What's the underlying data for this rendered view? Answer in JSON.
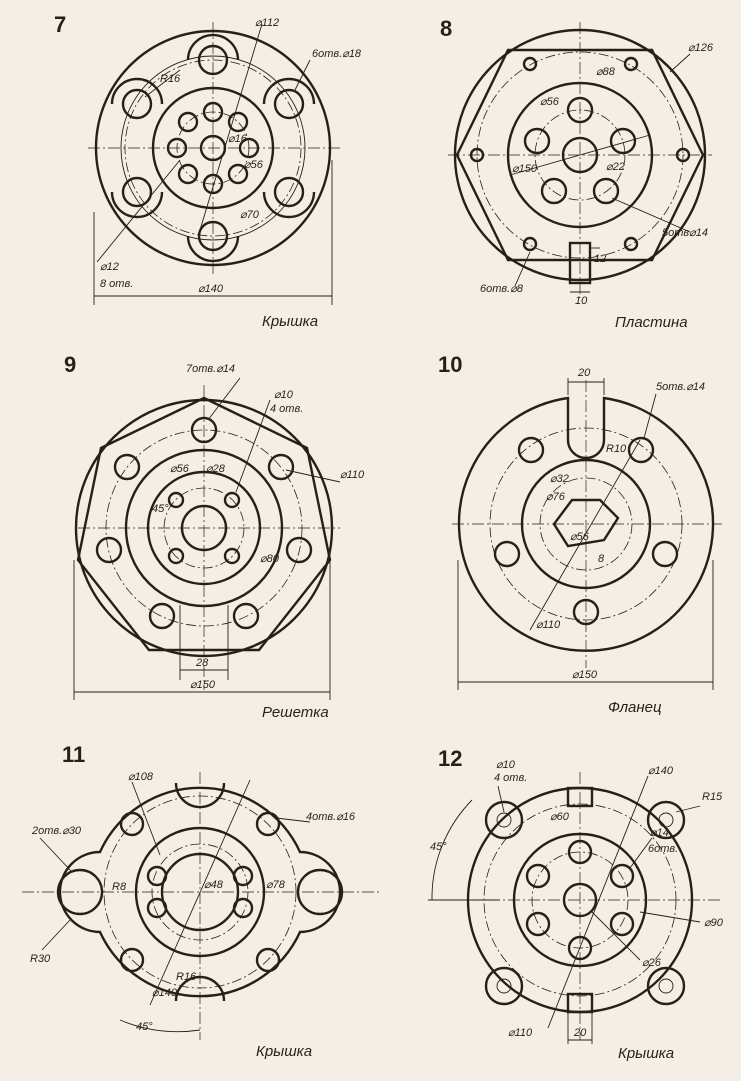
{
  "drawings": [
    {
      "number": "7",
      "caption": "Крышка",
      "labels": [
        "⌀112",
        "6отв.⌀18",
        "R16",
        "⌀16",
        "⌀56",
        "⌀70",
        "⌀12",
        "8 отв.",
        "⌀140"
      ]
    },
    {
      "number": "8",
      "caption": "Пластина",
      "labels": [
        "⌀126",
        "⌀88",
        "⌀56",
        "⌀150",
        "⌀22",
        "5отв⌀14",
        "6отв.⌀8",
        "12",
        "10"
      ]
    },
    {
      "number": "9",
      "caption": "Решетка",
      "labels": [
        "7отв.⌀14",
        "⌀10",
        "4 отв.",
        "⌀56",
        "⌀28",
        "45°",
        "⌀110",
        "⌀80",
        "28",
        "⌀150"
      ]
    },
    {
      "number": "10",
      "caption": "Фланец",
      "labels": [
        "20",
        "5отв.⌀14",
        "R10",
        "⌀32",
        "⌀76",
        "⌀56",
        "8",
        "⌀110",
        "⌀150"
      ]
    },
    {
      "number": "11",
      "caption": "Крышка",
      "labels": [
        "⌀108",
        "4отв.⌀16",
        "2отв.⌀30",
        "R8",
        "⌀48",
        "⌀78",
        "R30",
        "⌀140",
        "R16",
        "45°"
      ]
    },
    {
      "number": "12",
      "caption": "Крышка",
      "labels": [
        "⌀10",
        "4 отв.",
        "⌀140",
        "R15",
        "45°",
        "⌀60",
        "⌀14",
        "6отв.",
        "⌀90",
        "⌀26",
        "⌀110",
        "20"
      ]
    }
  ]
}
